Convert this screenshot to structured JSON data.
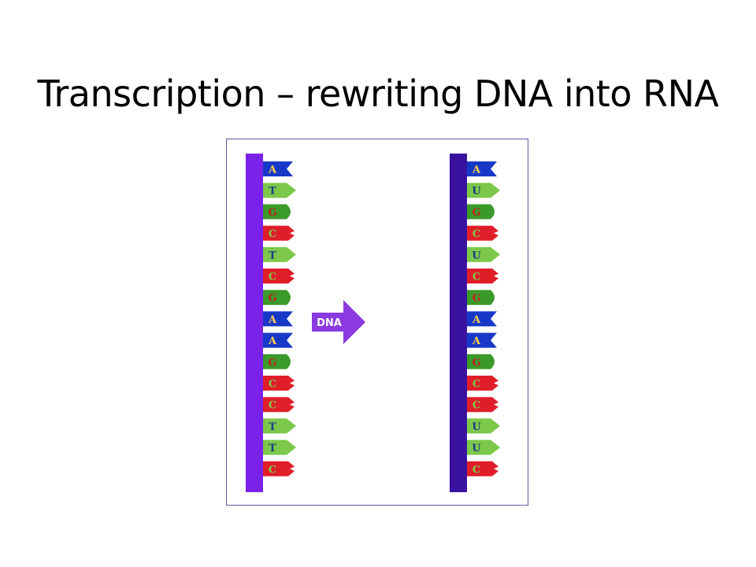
{
  "slide": {
    "title": "Transcription – rewriting DNA into RNA"
  },
  "diagram": {
    "arrow_label": "DNA",
    "dna_strand": {
      "backbone_color": "#7b22e8",
      "bases": [
        "A",
        "T",
        "G",
        "C",
        "T",
        "C",
        "G",
        "A",
        "A",
        "G",
        "C",
        "C",
        "T",
        "T",
        "C"
      ]
    },
    "rna_strand": {
      "backbone_color": "#3a12a0",
      "bases": [
        "A",
        "U",
        "G",
        "C",
        "U",
        "C",
        "G",
        "A",
        "A",
        "G",
        "C",
        "C",
        "U",
        "U",
        "C"
      ]
    },
    "base_colors": {
      "A": {
        "fill": "#1838c8",
        "letter": "#ffd24a"
      },
      "T": {
        "fill": "#7cc84a",
        "letter": "#1a3a8a"
      },
      "U": {
        "fill": "#7cc84a",
        "letter": "#1a3a8a"
      },
      "G": {
        "fill": "#3a9a2a",
        "letter": "#c02020"
      },
      "C": {
        "fill": "#e01e2a",
        "letter": "#7ad04a"
      }
    },
    "arrow_color": "#8a3ae0"
  }
}
